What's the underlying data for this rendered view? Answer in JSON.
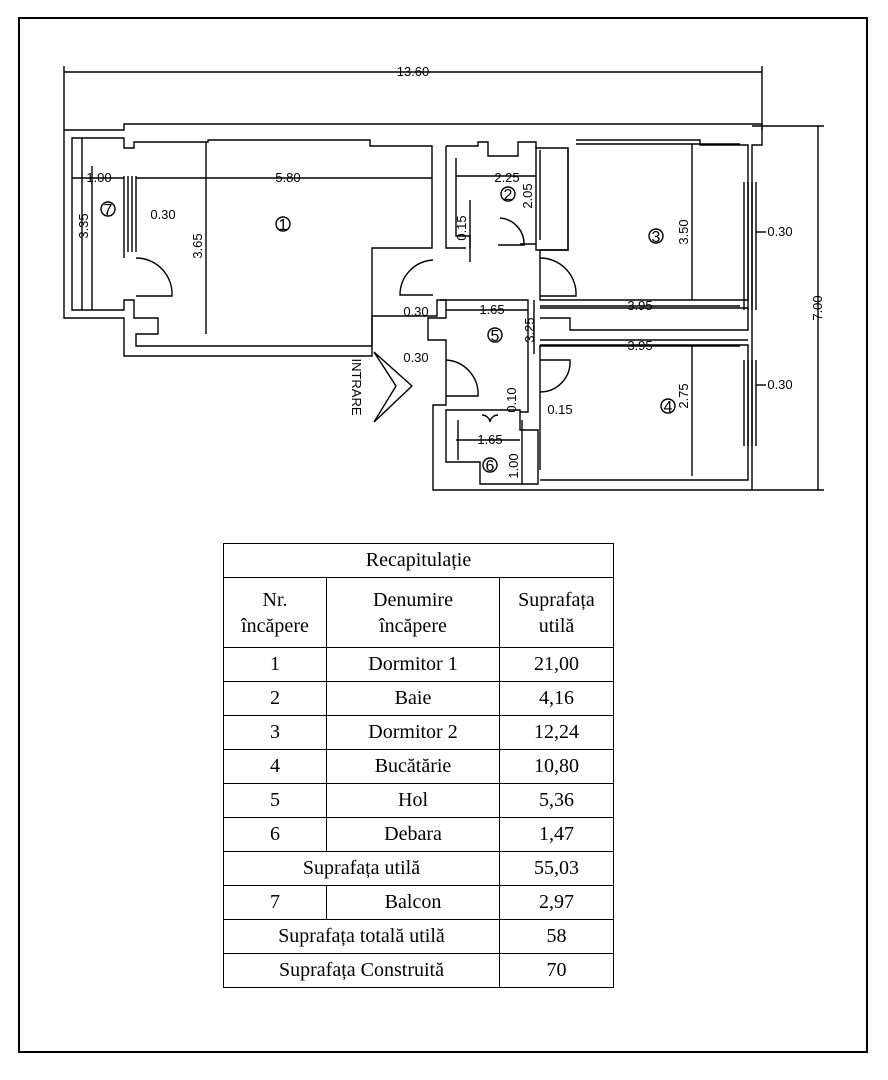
{
  "plan": {
    "dimensions": {
      "total_width": "13.60",
      "total_depth": "7.00",
      "balcony_width": "1.00",
      "balcony_depth": "3.35",
      "balcony_wall": "0.30",
      "room1_width": "5.80",
      "room1_depth": "3.65",
      "bath_width": "2.25",
      "bath_depth": "2.05",
      "bath_wall": "0.15",
      "room3_depth": "3.50",
      "room3_wall": "0.30",
      "room3_width": "3.95",
      "hall_wall_a": "0.30",
      "hall_width": "1.65",
      "hall_depth": "3.25",
      "hall_wall_b": "0.30",
      "room4_width": "3.95",
      "room4_depth": "2.75",
      "room4_wall": "0.30",
      "storage_wall": "0.10",
      "storage_wall_b": "0.15",
      "storage_width": "1.65",
      "storage_depth": "1.00"
    },
    "room_numbers": [
      "1",
      "2",
      "3",
      "4",
      "5",
      "6",
      "7"
    ],
    "entrance_label": "INTRARE"
  },
  "recap": {
    "title": "Recapitulație",
    "headers": {
      "nr_line1": "Nr.",
      "nr_line2": "încăpere",
      "name_line1": "Denumire",
      "name_line2": "încăpere",
      "area_line1": "Suprafața",
      "area_line2": "utilă"
    },
    "rooms": [
      {
        "nr": "1",
        "name": "Dormitor 1",
        "area": "21,00"
      },
      {
        "nr": "2",
        "name": "Baie",
        "area": "4,16"
      },
      {
        "nr": "3",
        "name": "Dormitor 2",
        "area": "12,24"
      },
      {
        "nr": "4",
        "name": "Bucătărie",
        "area": "10,80"
      },
      {
        "nr": "5",
        "name": "Hol",
        "area": "5,36"
      },
      {
        "nr": "6",
        "name": "Debara",
        "area": "1,47"
      }
    ],
    "subtotal_label": "Suprafața utilă",
    "subtotal_value": "55,03",
    "balcony": {
      "nr": "7",
      "name": "Balcon",
      "area": "2,97"
    },
    "total_label": "Suprafața totală utilă",
    "total_value": "58",
    "built_label": "Suprafața Construită",
    "built_value": "70"
  }
}
